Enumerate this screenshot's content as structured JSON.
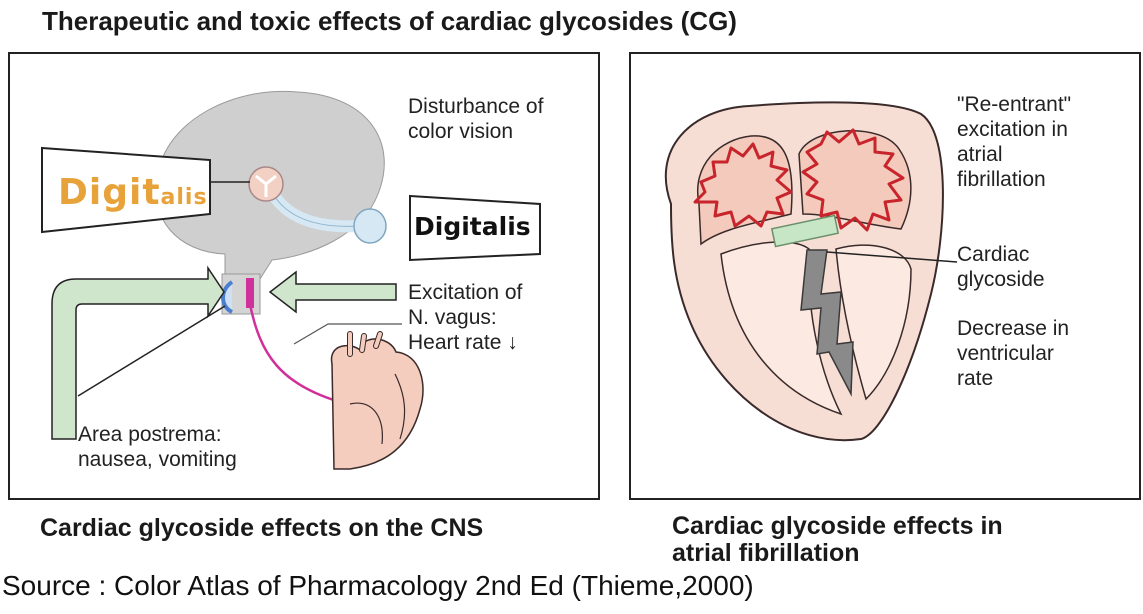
{
  "title": "Therapeutic and toxic effects of cardiac glycosides (CG)",
  "cns_panel": {
    "color_vision_label": "Disturbance of\ncolor vision",
    "digitalis_big_prefix": "Digit",
    "digitalis_big_suffix": "alis",
    "digitalis_small_prefix": "Digit",
    "digitalis_small_suffix": "alis",
    "vagus_label": "Excitation of\nN. vagus:\nHeart rate",
    "heart_rate_arrow": "↓",
    "area_postrema_label": "Area postrema:\nnausea, vomiting",
    "caption": "Cardiac glycoside effects on the CNS"
  },
  "af_panel": {
    "reentrant_label": "\"Re-entrant\"\nexcitation in\natrial\nfibrillation",
    "glycoside_label": "Cardiac\nglycoside",
    "ventricular_label": "Decrease in\nventricular\nrate",
    "caption": "Cardiac glycoside effects in\natrial fibrillation"
  },
  "source": "Source : Color Atlas of Pharmacology 2nd Ed (Thieme,2000)",
  "colors": {
    "brain": "#cfcfcf",
    "optic": "#d6e8f4",
    "arrow_green": "#cfe6cc",
    "heart_pink": "#f4cdbe",
    "vagus_magenta": "#d0309a",
    "zigzag_red": "#c8242c",
    "glycoside_bar": "#c6e6c6"
  }
}
